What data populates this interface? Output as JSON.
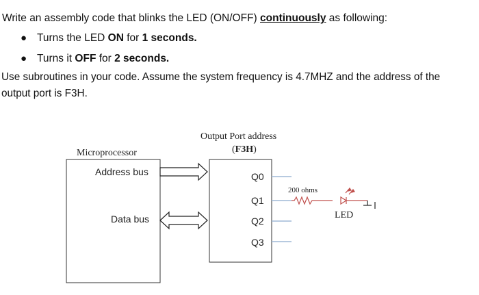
{
  "question": {
    "intro_before": "Write an assembly code that blinks the LED (ON/OFF) ",
    "intro_emph": "continuously",
    "intro_after": " as following:",
    "bullets": [
      {
        "pre": "Turns the LED ",
        "bold1": "ON",
        "mid": " for ",
        "bold2": "1 seconds."
      },
      {
        "pre": "Turns it ",
        "bold1": "OFF",
        "mid": " for ",
        "bold2": "2 seconds."
      }
    ],
    "paragraph_line1": "Use subroutines in your code. Assume the system frequency is 4.7MHZ and the address of the",
    "paragraph_line2": "output  port is F3H."
  },
  "diagram": {
    "microprocessor_label": "Microprocessor",
    "address_bus_label": "Address bus",
    "data_bus_label": "Data bus",
    "port_title": "Output Port address",
    "port_addr_open": "(",
    "port_addr": "F3H",
    "port_addr_close": ")",
    "outputs": [
      "Q0",
      "Q1",
      "Q2",
      "Q3"
    ],
    "resistor_label": "200 ohms",
    "led_label": "LED",
    "line_color": "#9fb9d6",
    "led_color": "#c0504d"
  }
}
